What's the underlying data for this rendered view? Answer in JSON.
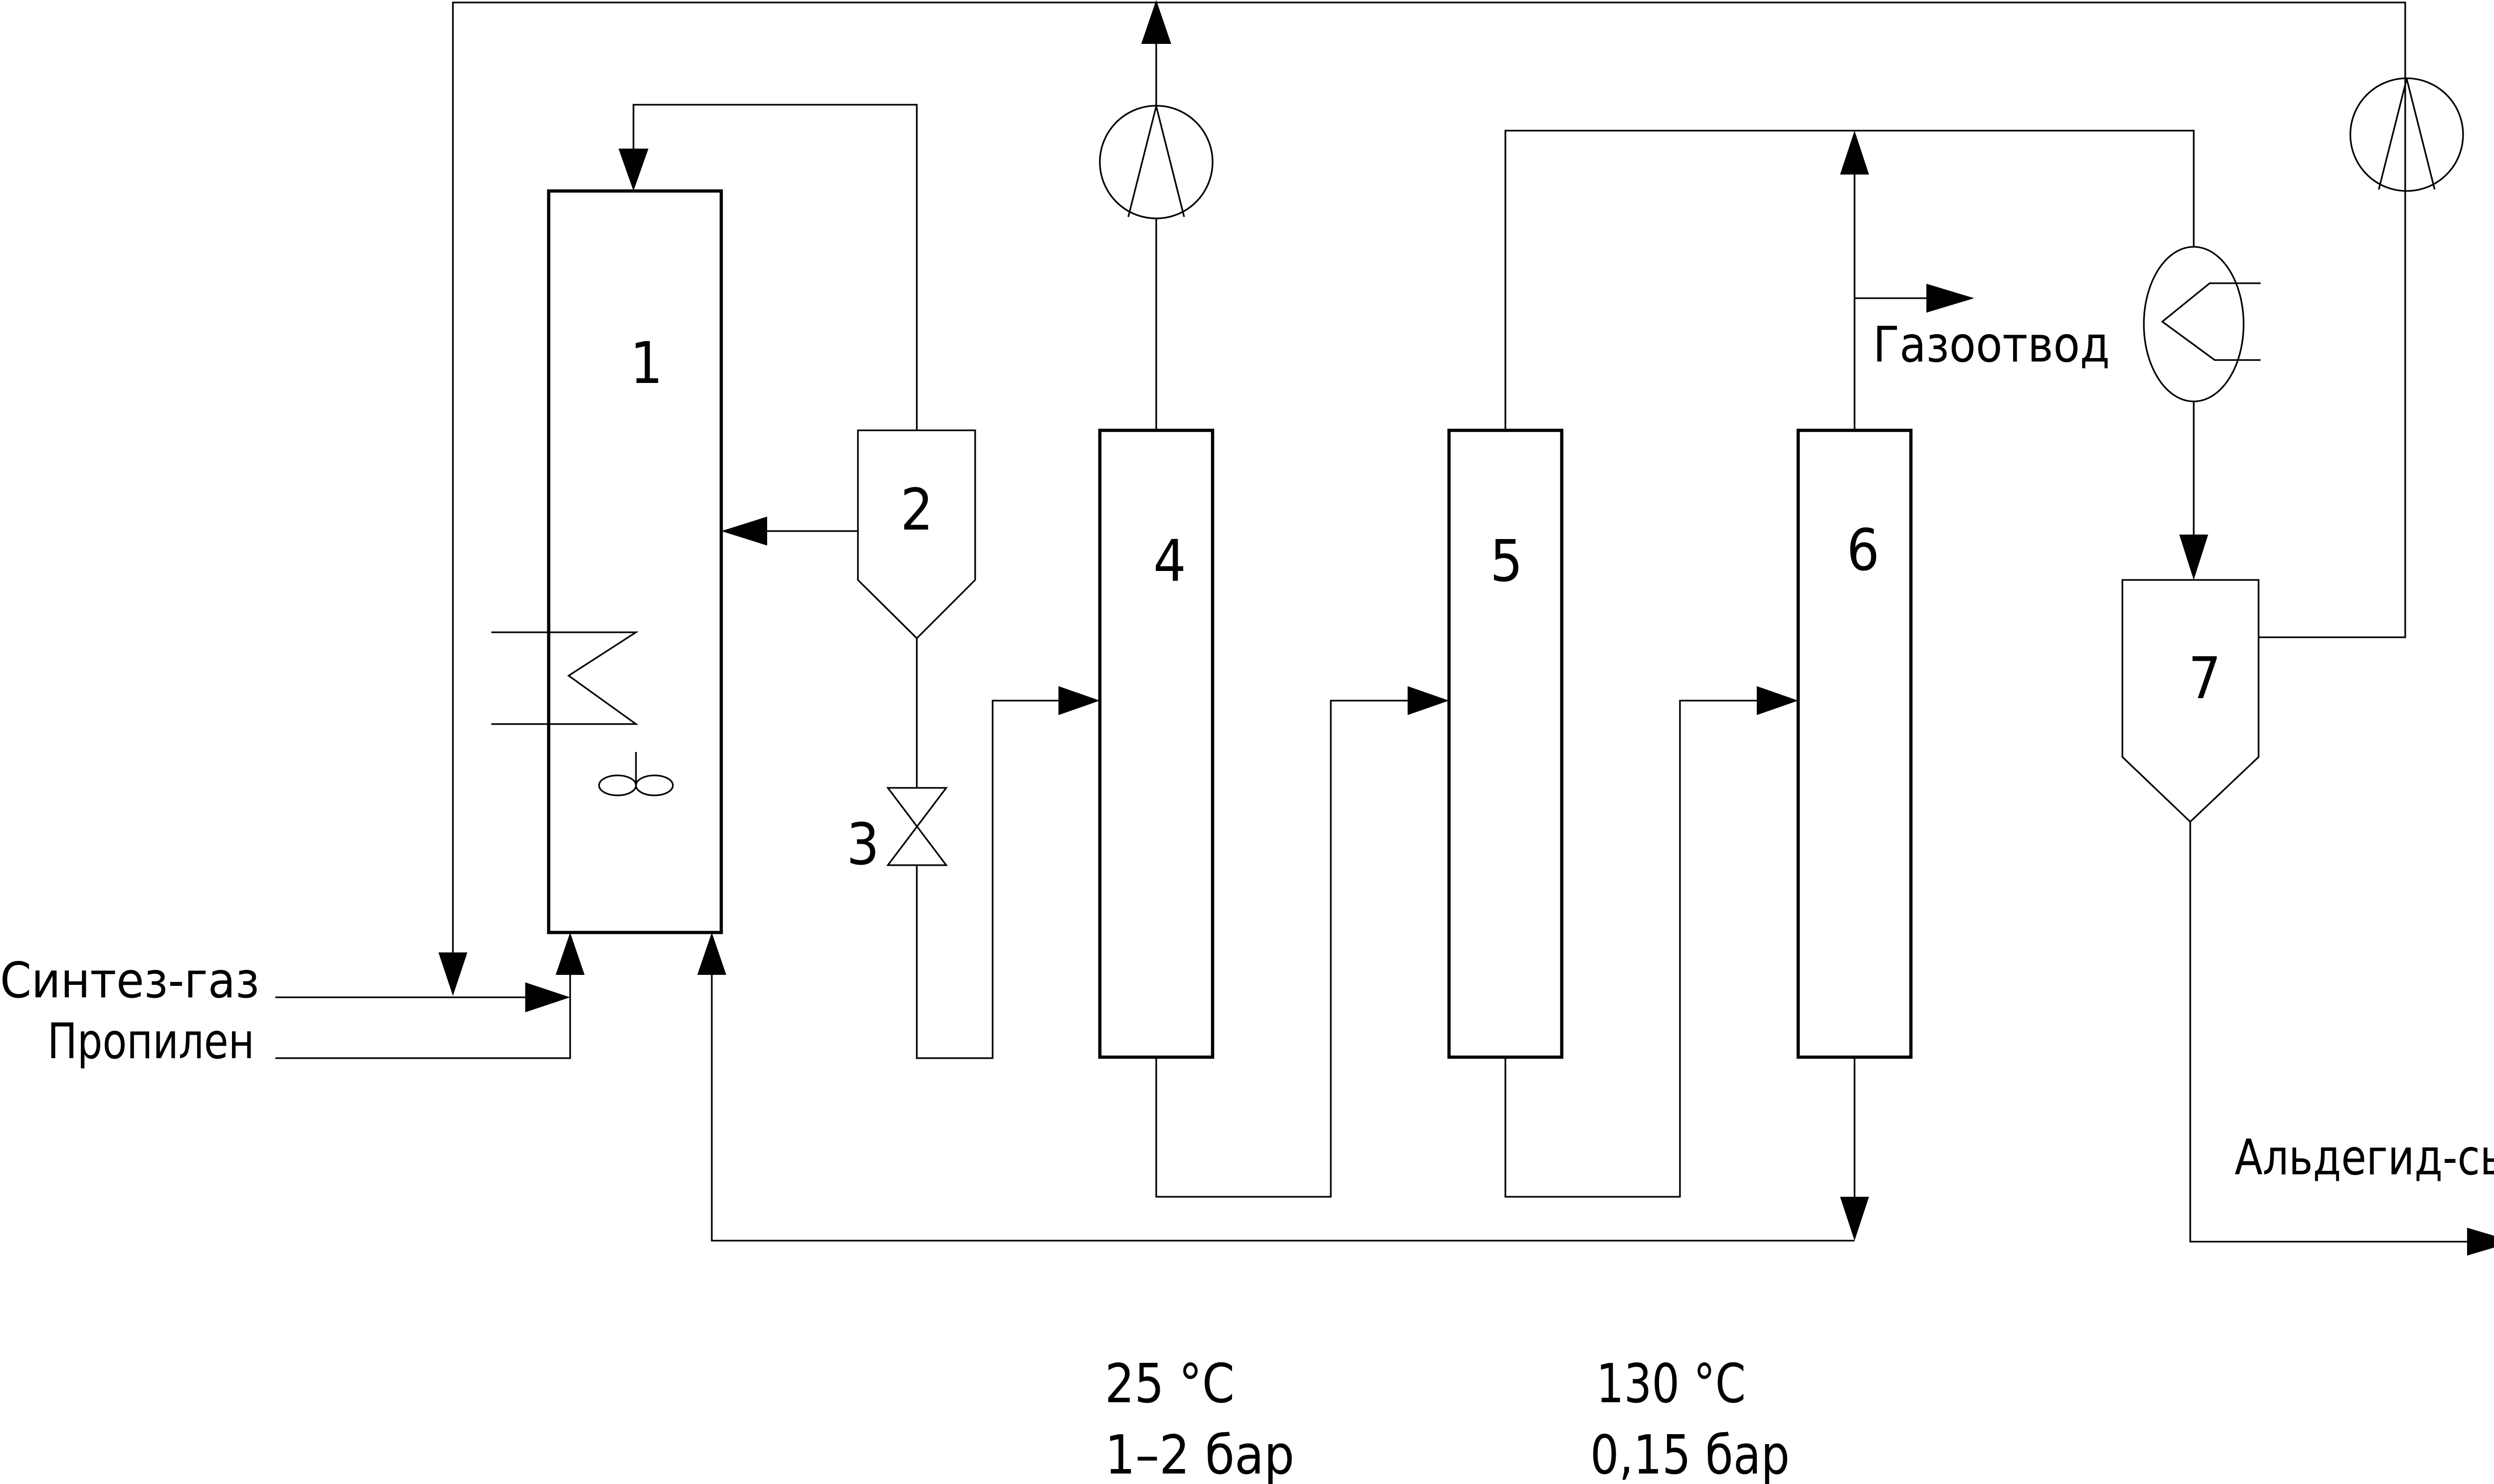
{
  "units": {
    "u1": "1",
    "u2": "2",
    "u3": "3",
    "u4": "4",
    "u5": "5",
    "u6": "6",
    "u7": "7"
  },
  "streams": {
    "syngas": "Синтез-газ",
    "propylene": "Пропилен",
    "offgas": "Газоотвод",
    "aldehyde": "Альдегид-сырец"
  },
  "conditions": {
    "col4_temp": "25 °C",
    "col4_pressure": "1–2 бар",
    "col5_temp": "130 °C",
    "col5_pressure": "0,15 бар"
  }
}
